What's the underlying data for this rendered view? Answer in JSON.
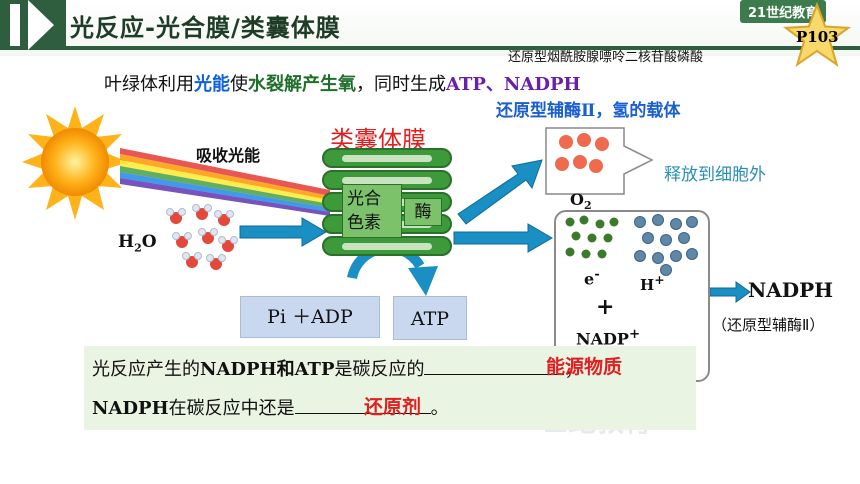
{
  "header": {
    "title": "光反应-光合膜/类囊体膜",
    "logo": "21世纪教育"
  },
  "badge": {
    "page": "P103"
  },
  "annotations": {
    "top_small": "还原型烟酰胺腺嘌呤二核苷酸磷酸",
    "line1_prefix": "叶绿体利用",
    "line1_light": "光能",
    "line1_mid": "使",
    "line1_water": "水裂解产生氧",
    "line1_rest": "，同时生成",
    "line1_atp": "ATP、NADPH",
    "blue_note": "还原型辅酶Ⅱ，氢的载体"
  },
  "diagram": {
    "absorb_light": "吸收光能",
    "membrane_title": "类囊体膜",
    "pigment": "光合色素",
    "enzyme": "酶",
    "release": "释放到细胞外",
    "h2o": "H",
    "h2o_sub": "2",
    "h2o_tail": "O",
    "o2": "O",
    "o2_sub": "2",
    "pi_adp": "Pi ＋ADP",
    "atp": "ATP",
    "e_label": "e",
    "e_sup": "-",
    "h_label": "H",
    "h_sup": "+",
    "plus": "+",
    "nadp": "NADP",
    "nadp_sup": "+",
    "nadph": "NADPH",
    "nadph_paren": "（还原型辅酶Ⅱ）",
    "colors": {
      "membrane_green": "#3d9a3b",
      "arrow_blue": "#1a8fc4",
      "answer_red": "#e02020"
    }
  },
  "question": {
    "q1_prefix": "光反应产生的",
    "q1_bold": "NADPH和ATP",
    "q1_mid": "是碳反应的",
    "q1_end": "；",
    "q1_answer": "能源物质",
    "q2_bold": "NADPH",
    "q2_mid": "在碳反应中还是",
    "q2_end": "。",
    "q2_answer": "还原剂"
  }
}
